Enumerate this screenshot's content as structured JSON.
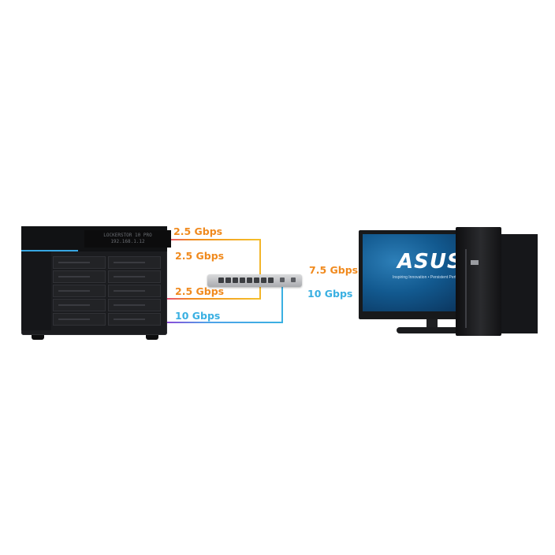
{
  "nas": {
    "lcd_line1": "LOCKERSTOR 10 PRO",
    "lcd_line2": "192.168.1.12"
  },
  "links_left": [
    {
      "speed": "2.5 Gbps",
      "color": "#f08a1e"
    },
    {
      "speed": "2.5 Gbps",
      "color": "#f08a1e"
    },
    {
      "speed": "2.5 Gbps",
      "color": "#f08a1e"
    },
    {
      "speed": "10 Gbps",
      "color": "#3ab0e2"
    }
  ],
  "links_right": [
    {
      "speed": "7.5 Gbps",
      "color": "#f08a1e"
    },
    {
      "speed": "10 Gbps",
      "color": "#3ab0e2"
    }
  ],
  "monitor": {
    "brand": "ASUS",
    "tagline": "Inspiring Innovation • Persistent Perfection"
  },
  "colors": {
    "aggregate_link": "#f08a1e",
    "ten_gig_link": "#3ab0e2",
    "accent_purple": "#8a4bd8"
  }
}
